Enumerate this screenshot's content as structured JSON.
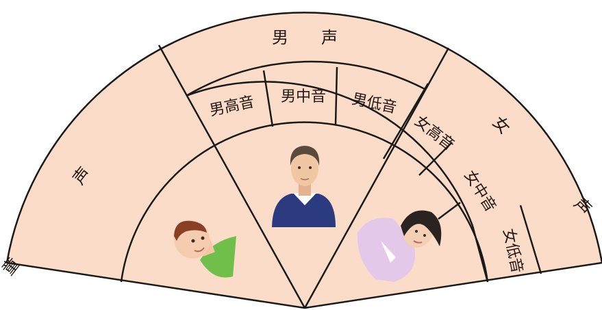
{
  "diagram": {
    "colors": {
      "fill": "#fbdcc8",
      "stroke": "#1a1a1a",
      "background": "#ffffff"
    },
    "categories": {
      "male": "男　　声",
      "female": "女　声",
      "child": "童　声"
    },
    "male_voices": [
      "男高音",
      "男中音",
      "男低音"
    ],
    "female_voices": [
      "女高音",
      "女中音",
      "女低音"
    ],
    "icons": {
      "man": "man-portrait-icon",
      "woman": "woman-portrait-icon",
      "child": "child-portrait-icon"
    }
  }
}
